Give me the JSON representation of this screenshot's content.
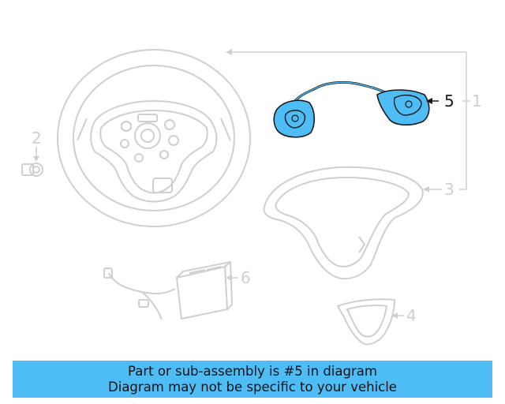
{
  "callouts": {
    "c1": "1",
    "c2": "2",
    "c3": "3",
    "c4": "4",
    "c5": "5",
    "c6": "6"
  },
  "highlight_part": "5",
  "colors": {
    "highlight_fill": "#4fbdf5",
    "part_outline": "#cfcfcf",
    "ink": "#1a1a1a",
    "banner_bg": "#4fbdf5"
  },
  "banner": {
    "line1": "Part or sub-assembly is #5 in diagram",
    "line2": "Diagram may not be specific to your vehicle"
  }
}
